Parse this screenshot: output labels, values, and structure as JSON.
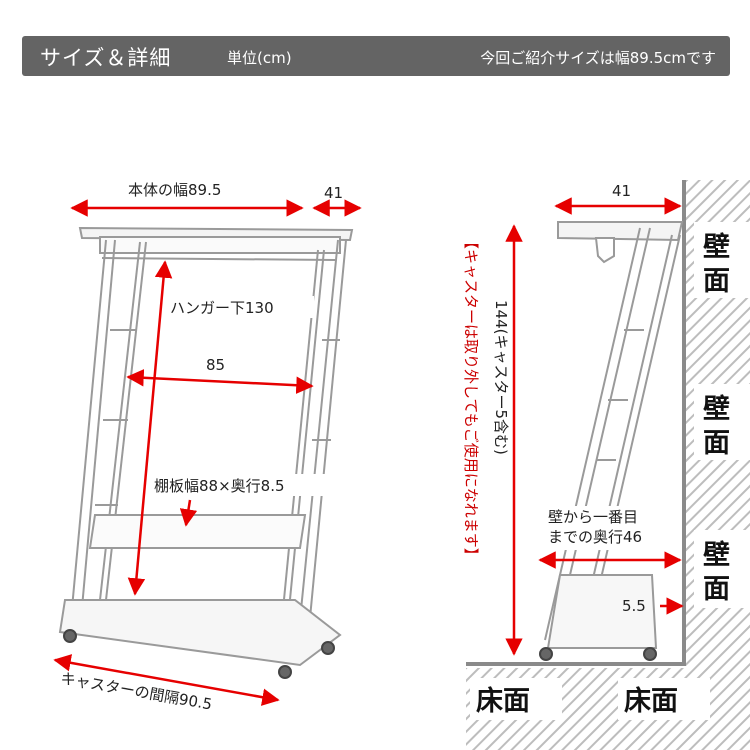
{
  "header": {
    "title": "サイズ＆詳細",
    "unit": "単位(cm)",
    "note": "今回ご紹介サイズは幅89.5cmです"
  },
  "front": {
    "body_width": "本体の幅89.5",
    "depth_top": "41",
    "hanger_below": "ハンガー下130",
    "inner_width": "85",
    "shelf": "棚板幅88×奥行8.5",
    "caster_spacing": "キャスターの間隔90.5"
  },
  "side": {
    "depth_top": "41",
    "height": "144(キャスター5含む)",
    "caster_note": "【キャスターは取り外してもご使用になれます】",
    "wall_depth_line1": "壁から一番目",
    "wall_depth_line2": "までの奥行46",
    "gap": "5.5",
    "wall_label_1": "壁面",
    "wall_label_2": "壁面",
    "wall_label_3": "壁面",
    "floor_label_1": "床面",
    "floor_label_2": "床面"
  },
  "colors": {
    "header_bg": "#646464",
    "arrow": "#e60000",
    "frame": "#9a9a9a"
  }
}
